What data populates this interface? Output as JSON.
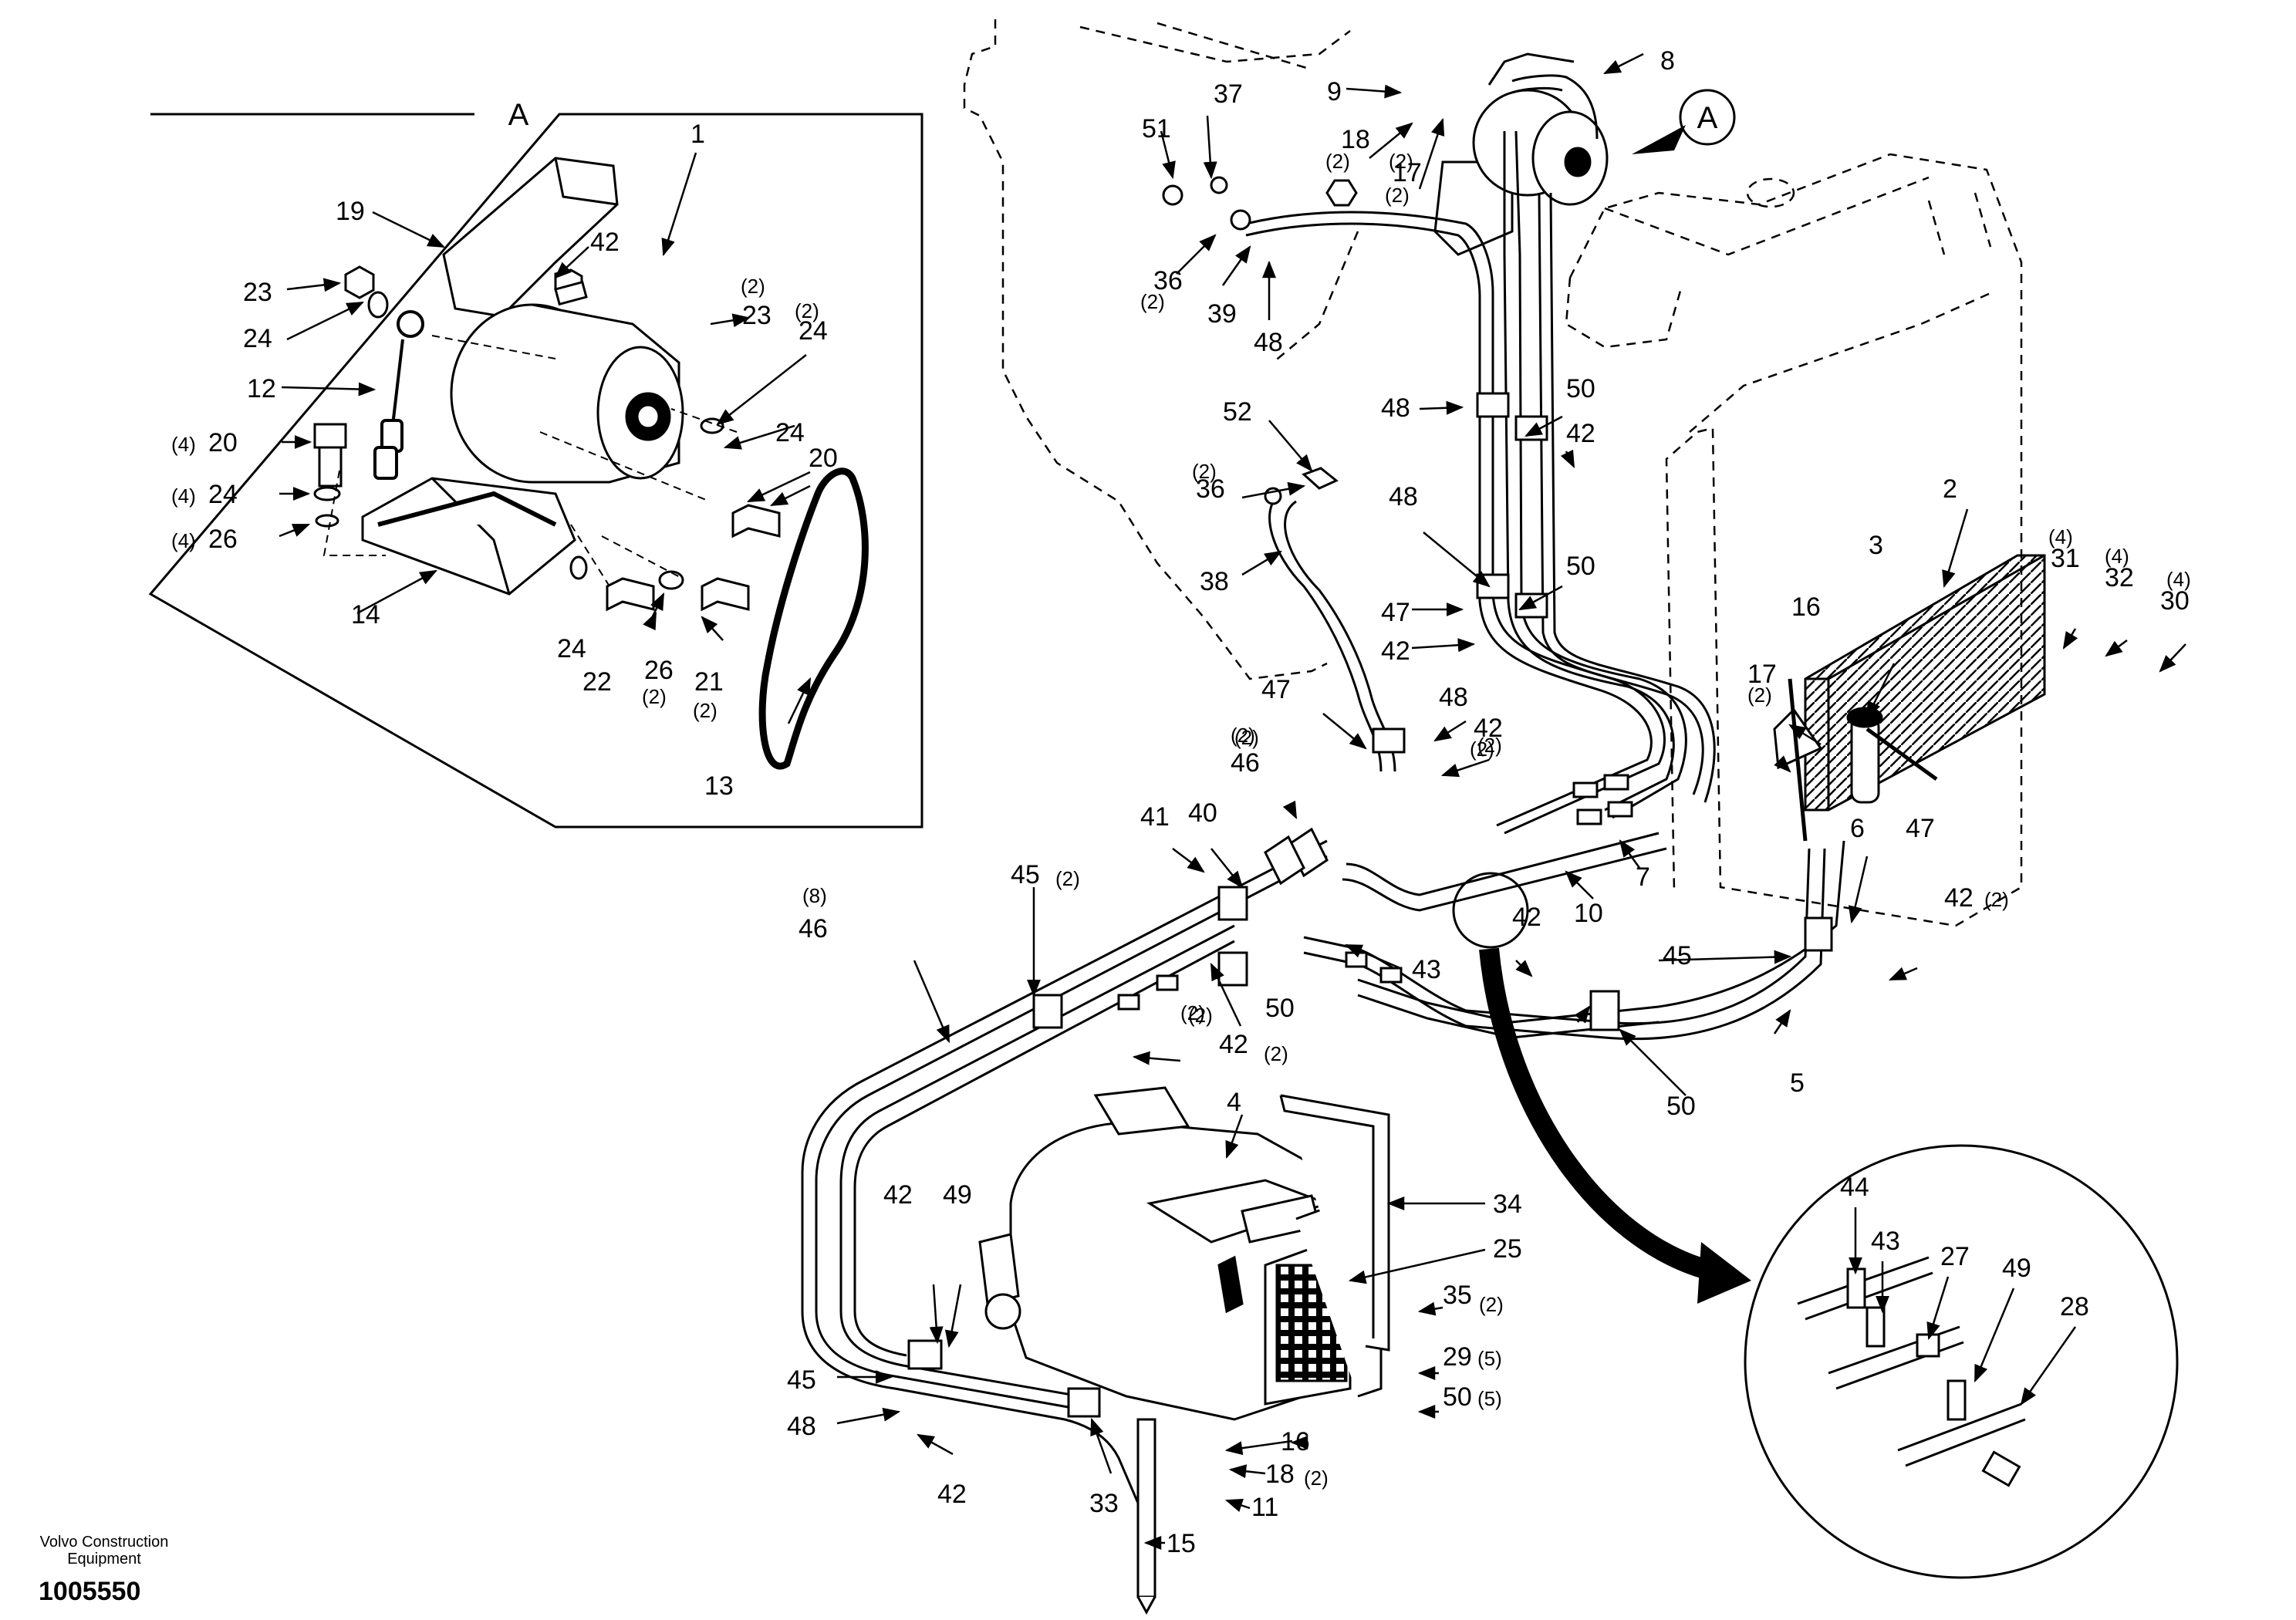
{
  "inset": {
    "label": "A"
  },
  "view_marker": {
    "label": "A"
  },
  "footer": {
    "maker_line1": "Volvo Construction",
    "maker_line2": "Equipment",
    "doc_number": "1005550"
  },
  "callouts": [
    {
      "n": "1"
    },
    {
      "n": "2"
    },
    {
      "n": "3"
    },
    {
      "n": "4"
    },
    {
      "n": "5"
    },
    {
      "n": "6"
    },
    {
      "n": "7"
    },
    {
      "n": "8"
    },
    {
      "n": "9"
    },
    {
      "n": "10"
    },
    {
      "n": "11"
    },
    {
      "n": "12"
    },
    {
      "n": "13"
    },
    {
      "n": "14"
    },
    {
      "n": "15"
    },
    {
      "n": "16"
    },
    {
      "n": "16"
    },
    {
      "n": "17"
    },
    {
      "n": "17"
    },
    {
      "n": "18"
    },
    {
      "n": "18"
    },
    {
      "n": "19"
    },
    {
      "n": "20"
    },
    {
      "n": "20"
    },
    {
      "n": "21"
    },
    {
      "n": "22"
    },
    {
      "n": "23"
    },
    {
      "n": "23"
    },
    {
      "n": "24"
    },
    {
      "n": "24"
    },
    {
      "n": "24"
    },
    {
      "n": "24"
    },
    {
      "n": "24"
    },
    {
      "n": "25"
    },
    {
      "n": "26"
    },
    {
      "n": "26"
    },
    {
      "n": "27"
    },
    {
      "n": "28"
    },
    {
      "n": "29"
    },
    {
      "n": "30"
    },
    {
      "n": "31"
    },
    {
      "n": "32"
    },
    {
      "n": "33"
    },
    {
      "n": "34"
    },
    {
      "n": "35"
    },
    {
      "n": "36"
    },
    {
      "n": "36"
    },
    {
      "n": "37"
    },
    {
      "n": "38"
    },
    {
      "n": "39"
    },
    {
      "n": "40"
    },
    {
      "n": "41"
    },
    {
      "n": "42"
    },
    {
      "n": "42"
    },
    {
      "n": "42"
    },
    {
      "n": "42"
    },
    {
      "n": "42"
    },
    {
      "n": "42"
    },
    {
      "n": "42"
    },
    {
      "n": "42"
    },
    {
      "n": "42"
    },
    {
      "n": "42"
    },
    {
      "n": "43"
    },
    {
      "n": "43"
    },
    {
      "n": "44"
    },
    {
      "n": "45"
    },
    {
      "n": "45"
    },
    {
      "n": "45"
    },
    {
      "n": "46"
    },
    {
      "n": "46"
    },
    {
      "n": "47"
    },
    {
      "n": "47"
    },
    {
      "n": "47"
    },
    {
      "n": "47"
    },
    {
      "n": "48"
    },
    {
      "n": "48"
    },
    {
      "n": "48"
    },
    {
      "n": "48"
    },
    {
      "n": "48"
    },
    {
      "n": "49"
    },
    {
      "n": "50"
    },
    {
      "n": "50"
    },
    {
      "n": "50"
    },
    {
      "n": "50"
    },
    {
      "n": "50"
    },
    {
      "n": "51"
    },
    {
      "n": "52"
    }
  ],
  "quantities": [
    {
      "q": "(2)"
    },
    {
      "q": "(2)"
    },
    {
      "q": "(2)"
    },
    {
      "q": "(2)"
    },
    {
      "q": "(2)"
    },
    {
      "q": "(2)"
    },
    {
      "q": "(2)"
    },
    {
      "q": "(2)"
    },
    {
      "q": "(2)"
    },
    {
      "q": "(2)"
    },
    {
      "q": "(2)"
    },
    {
      "q": "(2)"
    },
    {
      "q": "(2)"
    },
    {
      "q": "(2)"
    },
    {
      "q": "(2)"
    },
    {
      "q": "(2)"
    },
    {
      "q": "(2)"
    },
    {
      "q": "(2)"
    },
    {
      "q": "(2)"
    },
    {
      "q": "(2)"
    },
    {
      "q": "(2)"
    },
    {
      "q": "(4)"
    },
    {
      "q": "(4)"
    },
    {
      "q": "(4)"
    },
    {
      "q": "(4)"
    },
    {
      "q": "(4)"
    },
    {
      "q": "(4)"
    },
    {
      "q": "(5)"
    },
    {
      "q": "(5)"
    },
    {
      "q": "(8)"
    }
  ]
}
